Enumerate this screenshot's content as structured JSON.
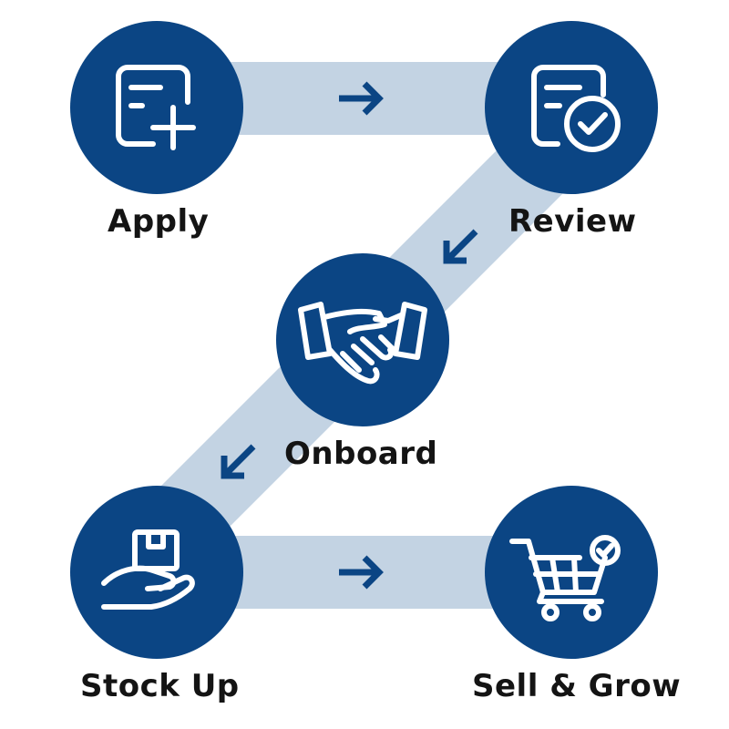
{
  "steps": [
    {
      "label": "Apply",
      "icon": "add-document-icon"
    },
    {
      "label": "Review",
      "icon": "document-check-icon"
    },
    {
      "label": "Onboard",
      "icon": "handshake-icon"
    },
    {
      "label": "Stock Up",
      "icon": "hand-holding-box-icon"
    },
    {
      "label": "Sell & Grow",
      "icon": "cart-check-icon"
    }
  ],
  "colors": {
    "circle": "#0b4584",
    "path": "#c3d3e3",
    "arrow": "#0b4584",
    "icon_stroke": "#ffffff",
    "label": "#141414"
  }
}
